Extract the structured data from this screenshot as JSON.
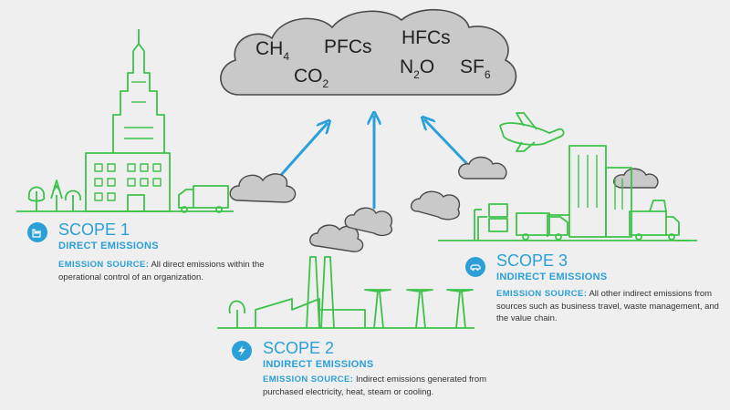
{
  "gases": {
    "ch4": {
      "base": "CH",
      "sub": "4"
    },
    "pfcs": {
      "base": "PFCs"
    },
    "hfcs": {
      "base": "HFCs"
    },
    "co2": {
      "base": "CO",
      "sub": "2"
    },
    "n2o": {
      "base": "N",
      "sub": "2",
      "tail": "O"
    },
    "sf6": {
      "base": "SF",
      "sub": "6"
    }
  },
  "scope1": {
    "title": "SCOPE 1",
    "subtitle": "DIRECT EMISSIONS",
    "source_label": "EMISSION SOURCE:",
    "source_text": "All direct emissions within the operational control of an organization.",
    "icon": "factory-icon"
  },
  "scope2": {
    "title": "SCOPE 2",
    "subtitle": "INDIRECT EMISSIONS",
    "source_label": "EMISSION SOURCE:",
    "source_text": "Indirect emissions generated from purchased electricity, heat, steam or cooling.",
    "icon": "lightning-icon"
  },
  "scope3": {
    "title": "SCOPE 3",
    "subtitle": "INDIRECT EMISSIONS",
    "source_label": "EMISSION SOURCE:",
    "source_text": "All other indirect emissions from sources such as business travel, waste management, and the value chain.",
    "icon": "car-icon"
  },
  "colors": {
    "scope_blue": "#2b9fd8",
    "line_green": "#3cc24a",
    "smoke_gray": "#c8c8c8",
    "smoke_outline": "#555555",
    "background": "#efefef"
  }
}
